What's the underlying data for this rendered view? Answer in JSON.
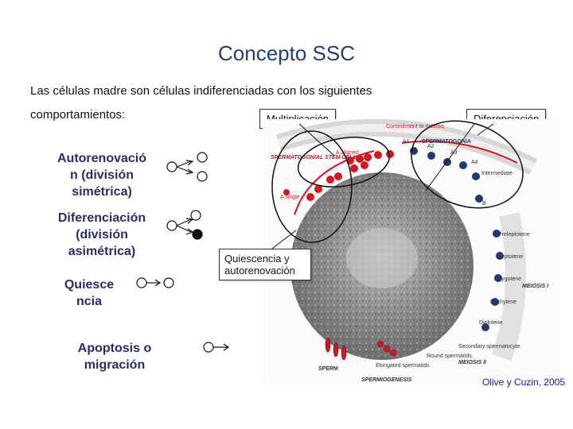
{
  "title": "Concepto SSC",
  "intro_line1": "Las células madre son células indiferenciadas con los siguientes",
  "intro_line2": "comportamientos:",
  "box_labels": {
    "multiplicacion": "Multiplicación",
    "diferenciacion": "Diferenciación",
    "quiescencia_auto": "Quiescencia y autorenovación"
  },
  "behaviors": [
    {
      "label": "Autorenovación (división simétrica)"
    },
    {
      "label": "Diferenciación (división asimétrica)"
    },
    {
      "label": "Quiescencia"
    },
    {
      "label": "Apoptosis o migración"
    }
  ],
  "behavior_lines": {
    "autorenovacion": [
      "Autorenovació",
      "n (división",
      "simétrica)"
    ],
    "diferenciacion": [
      "Diferenciación",
      "(división",
      "asimétrica)"
    ],
    "quiescencia": [
      "Quiesce",
      "ncia"
    ],
    "apoptosis": [
      "Apoptosis o",
      "migración"
    ]
  },
  "figure_labels": {
    "commitment": "Commitment to meiosis",
    "spermatogonia": "SPERMATOGONIA",
    "ssc": "SPERMATOGONIAL STEM CELLS",
    "a_aligned": "A aligned",
    "a_single": "A single",
    "intermediate": "Intermediate",
    "b": "B",
    "preleptotene": "Preleptotene",
    "leptotene": "Leptotene",
    "zygotene": "Zygotene",
    "meiosis1": "MEIOSIS I",
    "pachytene": "Pachytene",
    "diplotene": "Diplotene",
    "secondary": "Secondary spermatocyte",
    "meiosis2": "MEIOSIS II",
    "round": "Round spermatids",
    "elongated": "Elongated spermatids",
    "sperm": "SPERM",
    "spermiogenesis": "SPERMIOGENESIS",
    "a1": "A1",
    "a2": "A2",
    "a3": "A3",
    "a4": "A4"
  },
  "credit": "Olive y Cuzin, 2005",
  "colors": {
    "title": "#1f3f7a",
    "red_cells": "#d8141e",
    "blue_cells": "#1f3a73",
    "tubule_gray": "#9a9a9a"
  }
}
